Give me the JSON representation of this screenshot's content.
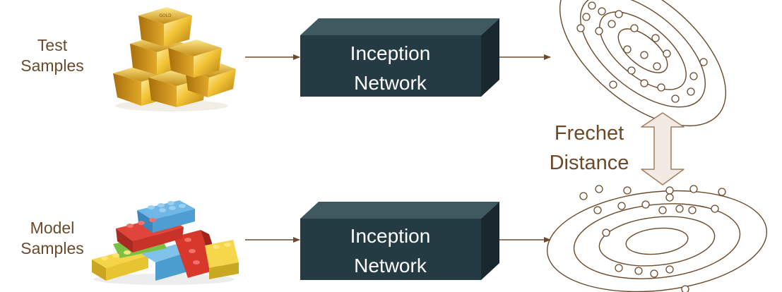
{
  "rows": [
    {
      "samples_label_line1": "Test",
      "samples_label_line2": "Samples",
      "image_name": "gold-bars",
      "network_label_line1": "Inception",
      "network_label_line2": "Network"
    },
    {
      "samples_label_line1": "Model",
      "samples_label_line2": "Samples",
      "image_name": "lego-bricks",
      "network_label_line1": "Inception",
      "network_label_line2": "Network"
    }
  ],
  "distance": {
    "label_line1": "Frechet",
    "label_line2": "Distance"
  },
  "colors": {
    "text": "#6b4a2b",
    "box_front": "#253b43",
    "box_top": "#3f5960",
    "box_side": "#18282e",
    "arrow": "#6b4a2b",
    "double_arrow_fill": "#f3ebe3",
    "double_arrow_stroke": "#a07e5e"
  }
}
